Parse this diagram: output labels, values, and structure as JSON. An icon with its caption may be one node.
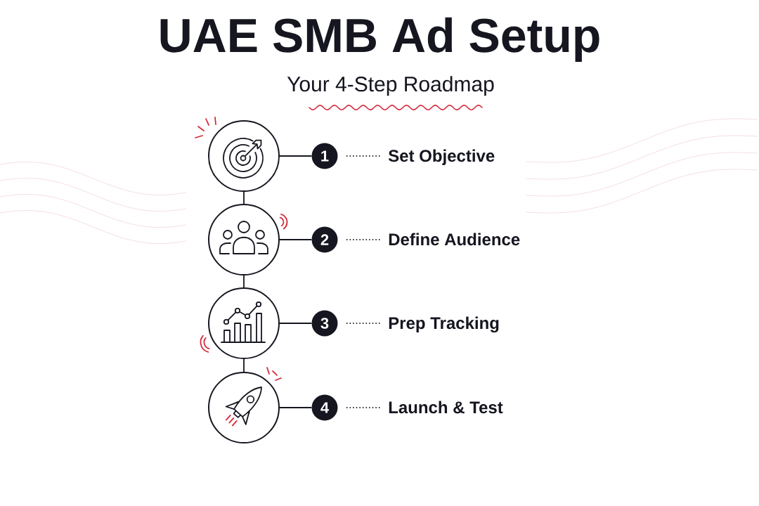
{
  "diagram": {
    "title": "UAE SMB Ad Setup",
    "nodes": [
      {
        "text": [],
        "shape": "circle"
      },
      {
        "text": [
          "1"
        ]
      },
      {
        "text": [
          "Set Objective"
        ]
      },
      {
        "text": [],
        "shape": "circle"
      },
      {
        "text": [
          "2"
        ]
      },
      {
        "text": [
          "Define Audience"
        ]
      },
      {
        "text": [],
        "shape": "circle"
      },
      {
        "text": [
          "3"
        ]
      },
      {
        "text": [
          "Prep Tracking"
        ]
      },
      {
        "text": [],
        "shape": "circle"
      },
      {
        "text": [
          "4"
        ]
      },
      {
        "text": [
          "Launch & Test"
        ]
      }
    ],
    "edges": [
      {
        "from": 0,
        "to": 1,
        "arrow": "none"
      },
      {
        "from": 1,
        "to": 2,
        "arrow": "none",
        "style": "dashed"
      },
      {
        "from": 0,
        "to": 3,
        "arrow": "none"
      },
      {
        "from": 3,
        "to": 4,
        "arrow": "none"
      },
      {
        "from": 4,
        "to": 5,
        "arrow": "none",
        "style": "dashed"
      },
      {
        "from": 3,
        "to": 6,
        "arrow": "none"
      },
      {
        "from": 6,
        "to": 7,
        "arrow": "none"
      },
      {
        "from": 7,
        "to": 8,
        "arrow": "none",
        "style": "dashed"
      },
      {
        "from": 6,
        "to": 9,
        "arrow": "none"
      },
      {
        "from": 9,
        "to": 10,
        "arrow": "none"
      },
      {
        "from": 10,
        "to": 11,
        "arrow": "none",
        "style": "dashed"
      }
    ],
    "labels": [
      "Your 4-Step Roadmap"
    ]
  }
}
